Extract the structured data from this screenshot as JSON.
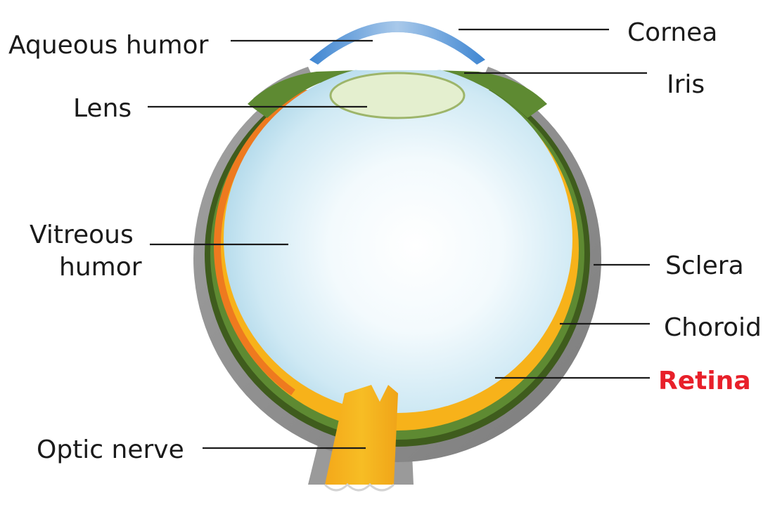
{
  "diagram": {
    "labels": {
      "aqueous_humor": "Aqueous humor",
      "cornea": "Cornea",
      "iris": "Iris",
      "lens": "Lens",
      "vitreous_line1": "Vitreous",
      "vitreous_line2": "humor",
      "sclera": "Sclera",
      "choroid": "Choroid",
      "retina": "Retina",
      "optic_nerve": "Optic nerve"
    },
    "colors": {
      "highlight": "#e8202a",
      "sclera": "#8f8f8f",
      "choroid": "#5e8a32",
      "retina": "#f7b21a",
      "cornea": "#5b9ad6",
      "lens": "#e4efcf",
      "vitreous": "#cde9f4"
    }
  }
}
